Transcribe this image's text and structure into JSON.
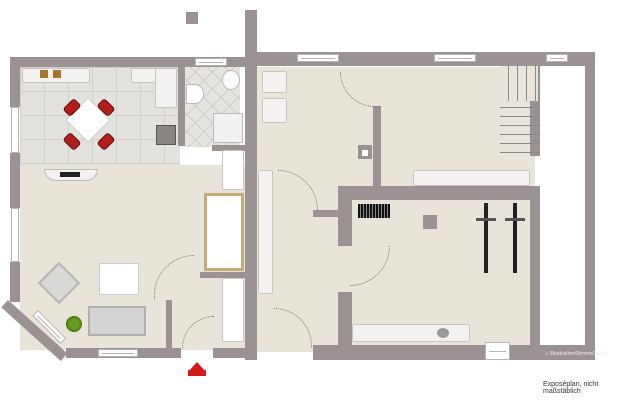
{
  "plan": {
    "caption": "Exposéplan, nicht maßstäblich",
    "watermark": "Illustration©immoGrafik",
    "colors": {
      "wall": "#9b9294",
      "floor": "#e9e4d9",
      "tile": "#e4e2dc",
      "entrance_arrow": "#d61a1a",
      "chair": "#b51d1d"
    },
    "rooms": [
      {
        "name": "kitchen-dining",
        "furniture": [
          "kitchen counter",
          "dining table",
          "4 chairs",
          "stove",
          "sink"
        ]
      },
      {
        "name": "bathroom",
        "furniture": [
          "toilet",
          "washbasin",
          "shower"
        ]
      },
      {
        "name": "living-room",
        "furniture": [
          "armchair",
          "sofa",
          "coffee table",
          "plant",
          "tv sideboard"
        ]
      },
      {
        "name": "hallway",
        "furniture": [
          "wardrobe",
          "bench"
        ]
      },
      {
        "name": "storage-room",
        "furniture": [
          "shelves"
        ]
      },
      {
        "name": "bike-room",
        "furniture": [
          "2 bicycles",
          "shelf",
          "workbench",
          "tools"
        ]
      },
      {
        "name": "staircase",
        "furniture": [
          "stairs"
        ]
      }
    ],
    "icons": {
      "entrance": "entrance-arrow-icon",
      "watermark": "house-icon"
    }
  }
}
